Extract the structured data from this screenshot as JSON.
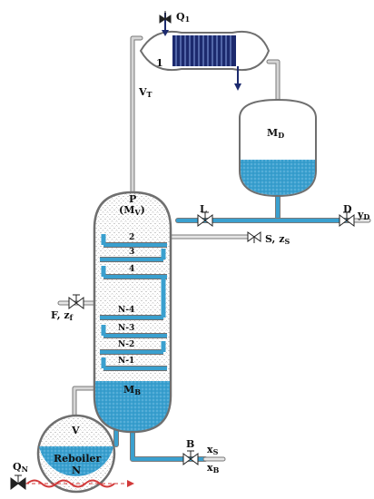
{
  "labels": {
    "Q1": {
      "main": "Q",
      "sub": "1"
    },
    "condenser": "1",
    "VT": {
      "main": "V",
      "sub": "T"
    },
    "MD": {
      "main": "M",
      "sub": "D"
    },
    "P": "P",
    "MV": "(M",
    "MV_sub": "V",
    "MV_close": ")",
    "L": "L",
    "D": "D",
    "yD": {
      "main": "y",
      "sub": "D"
    },
    "S_zS": {
      "main": "S, z",
      "sub": "S"
    },
    "F_zf": {
      "main": "F, z",
      "sub": "f"
    },
    "MB": {
      "main": "M",
      "sub": "B"
    },
    "V": "V",
    "Reboiler": "Reboiler",
    "N": "N",
    "QN": {
      "main": "Q",
      "sub": "N"
    },
    "B": "B",
    "xS": {
      "main": "x",
      "sub": "S"
    },
    "xB": {
      "main": "x",
      "sub": "B"
    }
  },
  "trays": [
    "2",
    "3",
    "4",
    "N-4",
    "N-3",
    "N-2",
    "N-1"
  ],
  "colors": {
    "liquid": "#3aa0cf",
    "pipe": "#b7b7b7",
    "outline": "#6f6f6f",
    "coil": "#1c2a6e",
    "heater": "#d23a3a",
    "valve": "#222222"
  }
}
